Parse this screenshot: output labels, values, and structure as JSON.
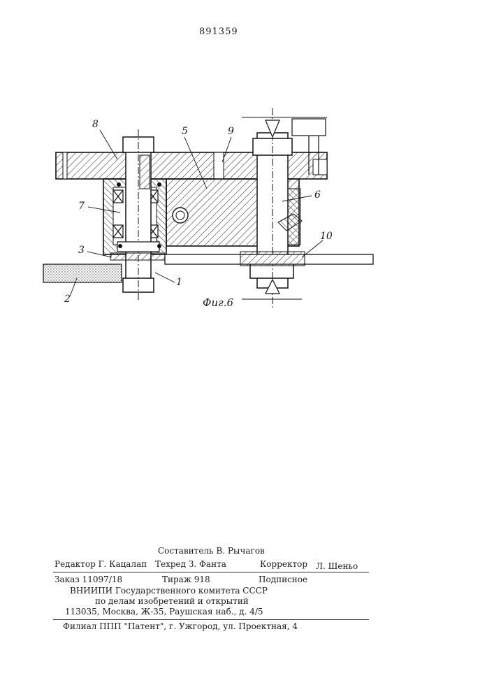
{
  "patent_number": "891359",
  "figure": {
    "caption": "Фиг.6",
    "labels": {
      "l1": "1",
      "l2": "2",
      "l3": "3",
      "l5": "5",
      "l6": "6",
      "l7": "7",
      "l8": "8",
      "l9": "9",
      "l10": "10"
    }
  },
  "imprint": {
    "compiler": "Составитель В. Рычагов",
    "editor": "Редактор Г. Кацалап",
    "techred": "Техред З. Фанта",
    "corrector_label": "Корректор",
    "corrector_name": "Л. Шеньо",
    "order": "Заказ 11097/18",
    "circulation": "Тираж 918",
    "subscription": "Подписное",
    "org_line1": "ВНИИПИ Государственного комитета СССР",
    "org_line2": "по делам изобретений и открытий",
    "org_address": "113035, Москва, Ж-35, Раушская наб., д. 4/5",
    "branch": "Филиал ППП \"Патент\", г. Ужгород, ул. Проектная, 4"
  }
}
